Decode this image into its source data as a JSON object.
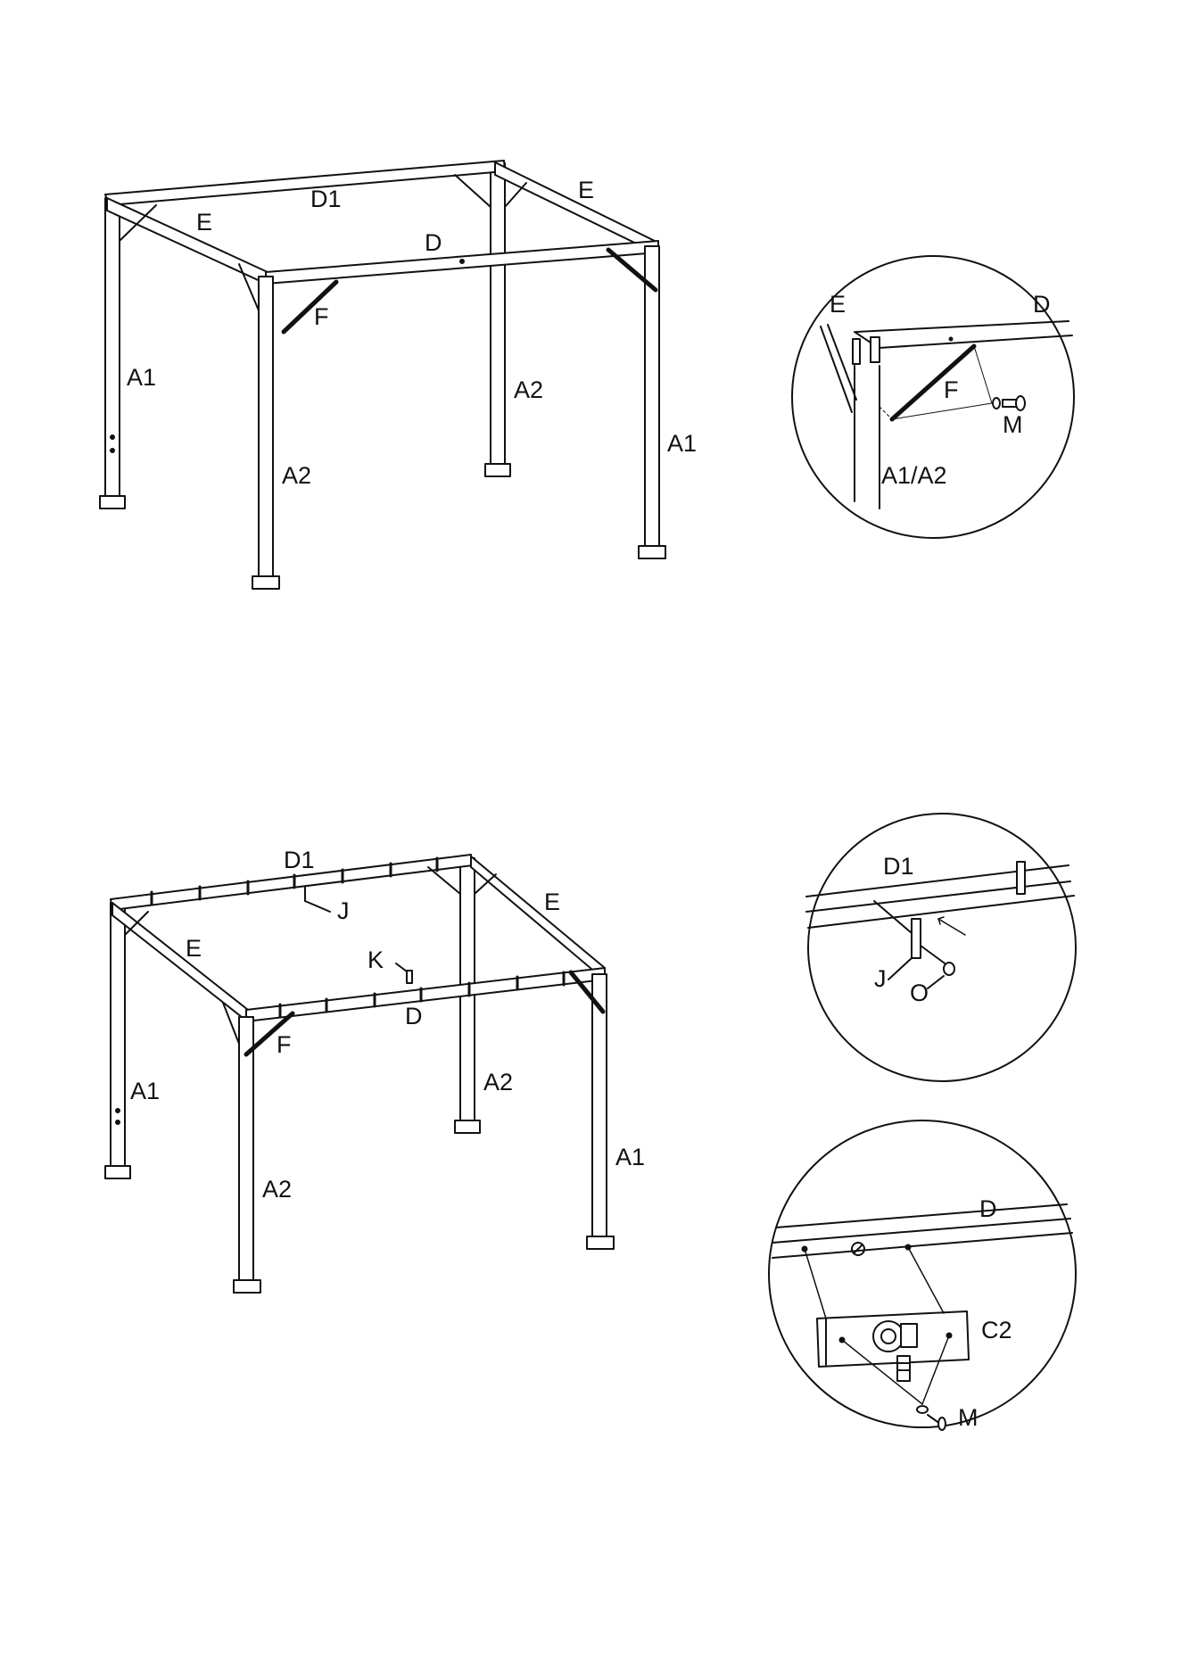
{
  "diagram1": {
    "labels": {
      "d1": "D1",
      "e_left": "E",
      "e_right": "E",
      "d": "D",
      "f": "F",
      "a1_left": "A1",
      "a1_right": "A1",
      "a2_front": "A2",
      "a2_back": "A2"
    }
  },
  "detail1": {
    "labels": {
      "e": "E",
      "d": "D",
      "f": "F",
      "m": "M",
      "a": "A1/A2"
    }
  },
  "diagram2": {
    "labels": {
      "d1": "D1",
      "j": "J",
      "e_left": "E",
      "e_right": "E",
      "k": "K",
      "d": "D",
      "f": "F",
      "a1_left": "A1",
      "a1_right": "A1",
      "a2_front": "A2",
      "a2_back": "A2"
    }
  },
  "detail2": {
    "labels": {
      "d1": "D1",
      "j": "J",
      "o": "O"
    }
  },
  "detail3": {
    "labels": {
      "d": "D",
      "c2": "C2",
      "m": "M"
    }
  },
  "colors": {
    "ink": "#111111",
    "paper": "#ffffff"
  }
}
